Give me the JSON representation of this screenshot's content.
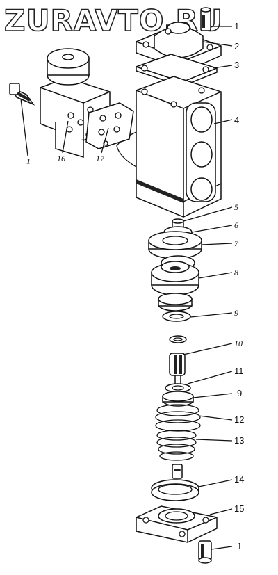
{
  "watermark": "ZURAVTO.RU",
  "callouts": {
    "c1_top": "1",
    "c2": "2",
    "c3": "3",
    "c4": "4",
    "c5": "5",
    "c6a": "6",
    "c7": "7",
    "c8": "8",
    "c9a": "9",
    "c10": "10",
    "c11": "11",
    "c9b": "9",
    "c12": "12",
    "c13": "13",
    "c14": "14",
    "c15": "15",
    "c1_bottom": "1",
    "c1_left": "1",
    "c16": "16",
    "c17": "17"
  }
}
